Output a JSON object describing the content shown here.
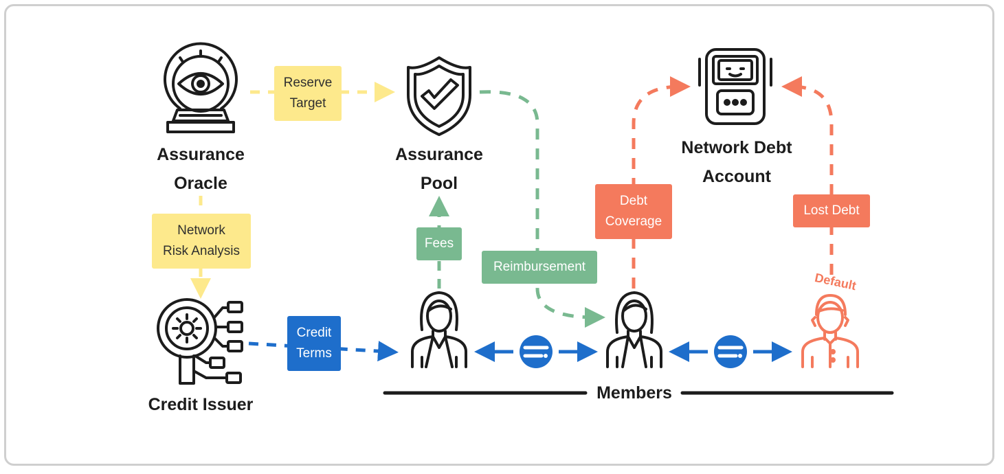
{
  "nodes": {
    "assurance_oracle": "Assurance\nOracle",
    "assurance_pool": "Assurance\nPool",
    "network_debt_account": "Network Debt\nAccount",
    "credit_issuer": "Credit Issuer",
    "members": "Members"
  },
  "edges": {
    "reserve_target": "Reserve\nTarget",
    "network_risk_analysis": "Network\nRisk Analysis",
    "fees": "Fees",
    "reimbursement": "Reimbursement",
    "credit_terms": "Credit\nTerms",
    "debt_coverage": "Debt\nCoverage",
    "lost_debt": "Lost Debt"
  },
  "annotations": {
    "default": "Default"
  },
  "icons": {
    "oracle": "crystal-ball-eye-icon",
    "pool": "shield-check-icon",
    "debt_account": "robot-terminal-icon",
    "issuer": "magnifier-gear-network-icon",
    "member_a": "woman-member-icon",
    "member_b": "woman-member-icon",
    "member_c": "man-member-default-icon",
    "token": "token-coin-icon"
  },
  "colors": {
    "yellow": "#fde98c",
    "green": "#79b990",
    "blue": "#1e6ecb",
    "coral": "#f47a5d",
    "ink": "#1c1c1c"
  }
}
